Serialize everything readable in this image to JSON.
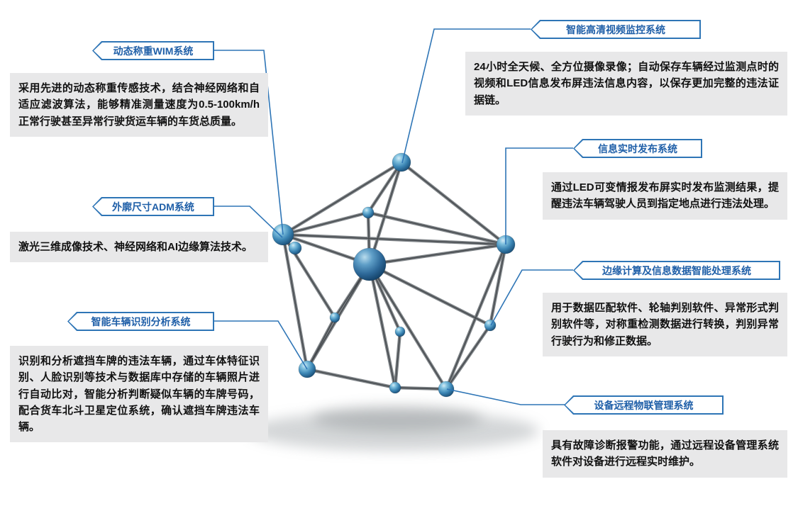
{
  "accent": "#2e75b6",
  "title_color": "#1f5fa8",
  "box_color": "#e8e8e9",
  "panels": {
    "left": [
      {
        "title": "动态称重WIM系统",
        "desc": "采用先进的动态称重传感技术，结合神经网络和自适应滤波算法，能够精准测量速度为0.5-100km/h正常行驶甚至异常行驶货运车辆的车货总质量。"
      },
      {
        "title": "外廓尺寸ADM系统",
        "desc": "激光三维成像技术、神经网络和AI边缘算法技术。"
      },
      {
        "title": "智能车辆识别分析系统",
        "desc": "识别和分析遮挡车牌的违法车辆，通过车体特征识别、人脸识别等技术与数据库中存储的车辆照片进行自动比对，智能分析判断疑似车辆的车牌号码，配合货车北斗卫星定位系统，确认遮挡车牌违法车辆。"
      }
    ],
    "right": [
      {
        "title": "智能高清视频监控系统",
        "desc": "24小时全天候、全方位摄像录像；自动保存车辆经过监测点时的视频和LED信息发布屏违法信息内容，以保存更加完整的违法证据链。"
      },
      {
        "title": "信息实时发布系统",
        "desc": "通过LED可变情报发布屏实时发布监测结果，提醒违法车辆驾驶人员到指定地点进行违法处理。"
      },
      {
        "title": "边缘计算及信息数据智能处理系统",
        "desc": "用于数据匹配软件、轮轴判别软件、异常形式判别软件等，对称重检测数据进行转换，判别异常行驶行为和修正数据。"
      },
      {
        "title": "设备远程物联管理系统",
        "desc": "具有故障诊断报警功能，通过远程设备管理系统软件对设备进行远程实时维护。"
      }
    ]
  }
}
